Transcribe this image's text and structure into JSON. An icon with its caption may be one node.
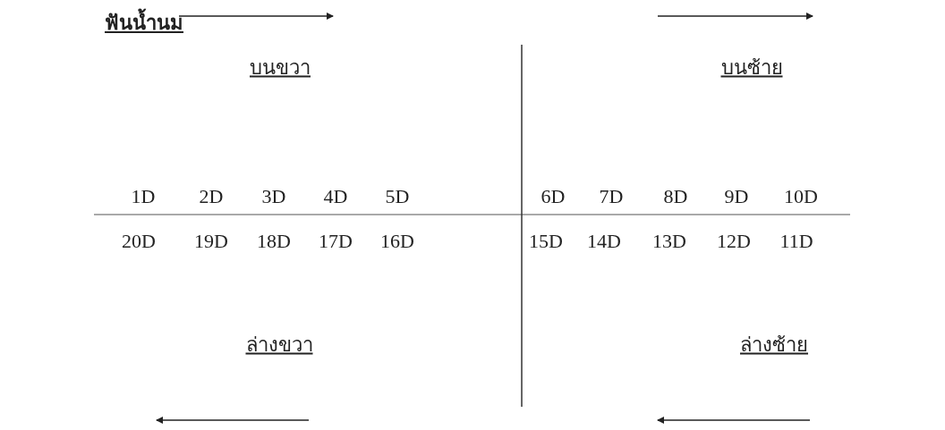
{
  "diagram": {
    "title": "ฟันน้ำนม",
    "labels": [
      "บนขวา",
      "บนซ้าย",
      "1D",
      "2D",
      "3D",
      "4D",
      "5D",
      "6D",
      "7D",
      "8D",
      "9D",
      "10D",
      "20D",
      "19D",
      "18D",
      "17D",
      "16D",
      "15D",
      "14D",
      "13D",
      "12D",
      "11D",
      "ล่างขวา",
      "ล่างซ้าย"
    ]
  }
}
